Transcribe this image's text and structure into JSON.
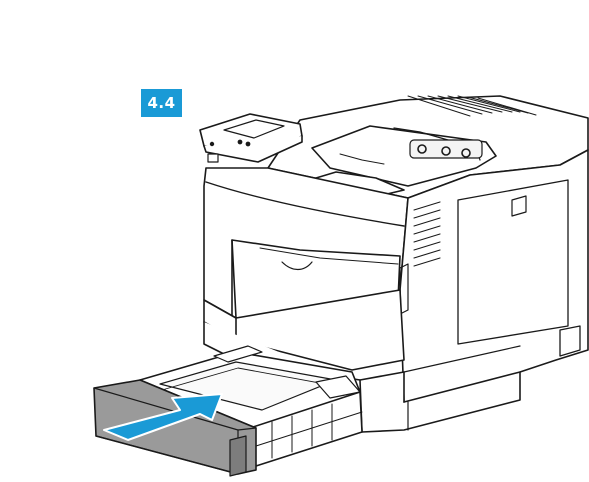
{
  "step": {
    "label": "4.4"
  },
  "colors": {
    "badge": "#1a9ad6",
    "arrow": "#1a9ad6",
    "line": "#1a1a1a",
    "tray_shade": "#9a9a9a",
    "body": "#ffffff"
  },
  "icons": [
    "printer-illustration",
    "paper-tray-illustration",
    "insert-arrow-icon",
    "control-panel-illustration"
  ]
}
